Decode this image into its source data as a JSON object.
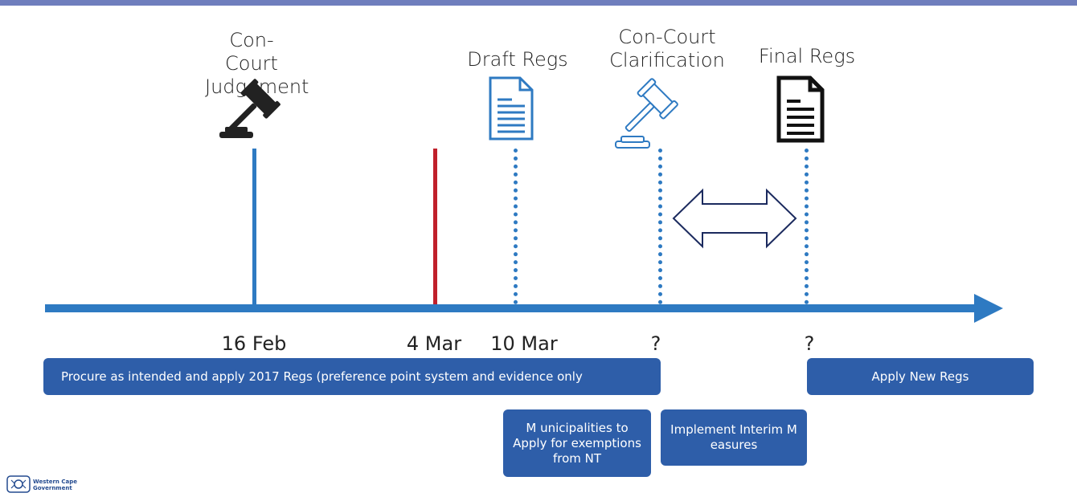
{
  "milestones": {
    "judgement": {
      "label": "Con-Court Judgement",
      "date": "16 Feb"
    },
    "cutoff": {
      "date": "4 Mar"
    },
    "draft_regs": {
      "label": "Draft Regs",
      "date": "10 Mar"
    },
    "clarification": {
      "label": "Con-Court Clarification",
      "date": "?"
    },
    "final_regs": {
      "label": "Final Regs",
      "date": "?"
    }
  },
  "boxes": {
    "procure": "Procure as intended and apply 2017 Regs (preference point system and evidence only",
    "apply_new": "Apply New Regs",
    "exemptions": "M unicipalities to Apply for exemptions from NT",
    "interim": "Implement Interim M easures"
  },
  "logo": {
    "line1": "Western Cape",
    "line2": "Government"
  },
  "icons": [
    "gavel-icon",
    "gavel-outline-icon",
    "document-outline-icon",
    "document-icon",
    "double-arrow-icon"
  ],
  "colors": {
    "timeline": "#2e7ac2",
    "cutoff": "#c0202b",
    "box": "#2e5ea9",
    "top_rule": "#6f7ebd"
  }
}
